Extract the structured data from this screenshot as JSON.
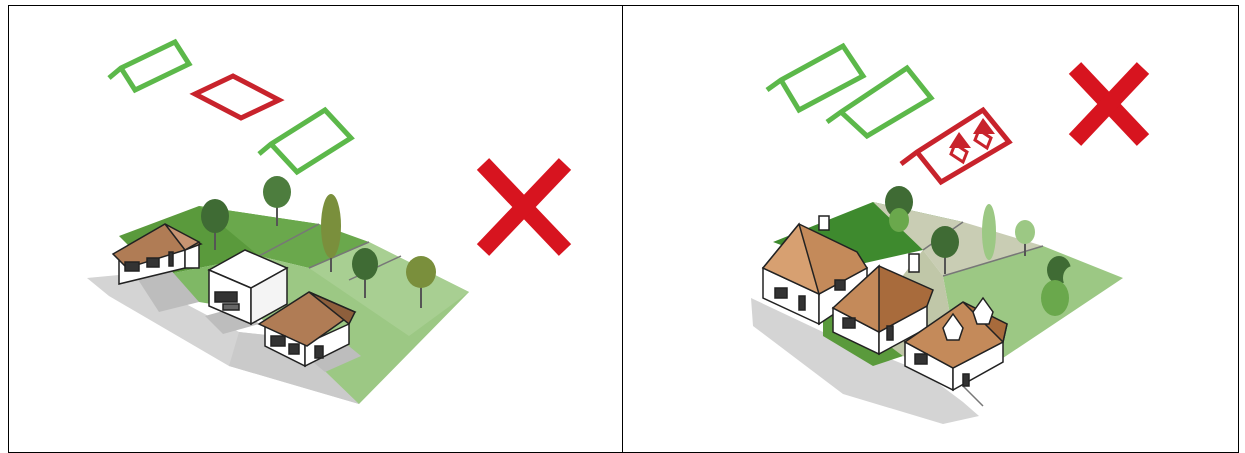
{
  "panels": [
    {
      "id": "left",
      "roof_outlines": [
        "green",
        "red",
        "green"
      ],
      "verdict_icon": "red-x-mark-icon",
      "houses": [
        "pitched-roof-house",
        "flat-roof-house",
        "pitched-roof-house"
      ]
    },
    {
      "id": "right",
      "roof_outlines": [
        "green",
        "green",
        "red-with-dormers"
      ],
      "verdict_icon": "red-x-mark-icon",
      "houses": [
        "pitched-roof-house",
        "pitched-roof-house-with-chimney",
        "pitched-roof-house-with-dormers"
      ]
    }
  ],
  "colors": {
    "ok_outline": "#5cb84a",
    "bad_outline": "#c8232c",
    "cross": "#d7141f",
    "roof": "#b07c55",
    "lawn_dark": "#5a9a3c",
    "lawn_light": "#9cc884",
    "pavement": "#d4d4d4",
    "tree_dark": "#3f6b34",
    "tree_olive": "#7a8f3c"
  }
}
